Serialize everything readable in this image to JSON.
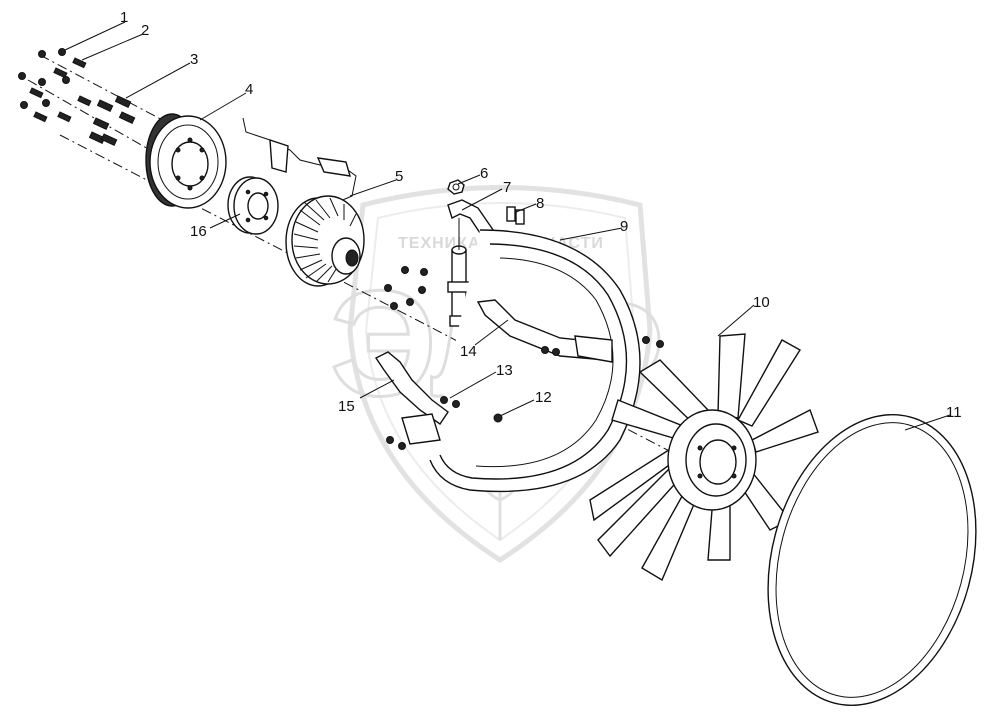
{
  "watermark": {
    "line1_left": "ТЕХНИКА",
    "line1_right": "ФАПЧАСТИ",
    "big": "ЭЛФ"
  },
  "callouts": [
    {
      "id": "c1",
      "label": "1"
    },
    {
      "id": "c2",
      "label": "2"
    },
    {
      "id": "c3",
      "label": "3"
    },
    {
      "id": "c4",
      "label": "4"
    },
    {
      "id": "c5",
      "label": "5"
    },
    {
      "id": "c6",
      "label": "6"
    },
    {
      "id": "c7",
      "label": "7"
    },
    {
      "id": "c8",
      "label": "8"
    },
    {
      "id": "c9",
      "label": "9"
    },
    {
      "id": "c10",
      "label": "10"
    },
    {
      "id": "c11",
      "label": "11"
    },
    {
      "id": "c12",
      "label": "12"
    },
    {
      "id": "c13",
      "label": "13"
    },
    {
      "id": "c14",
      "label": "14"
    },
    {
      "id": "c15",
      "label": "15"
    },
    {
      "id": "c16",
      "label": "16"
    }
  ]
}
